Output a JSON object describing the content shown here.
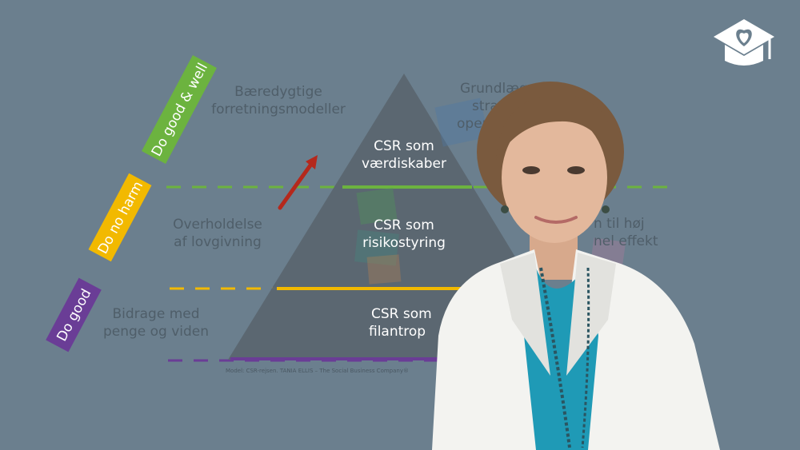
{
  "tags": {
    "do_good_well": "Do good & well",
    "do_no_harm": "Do no harm",
    "do_good": "Do good"
  },
  "left_text": {
    "top_line1": "Bæredygtige",
    "top_line2": "forretningsmodeller",
    "mid_line1": "Overholdelse",
    "mid_line2": "af lovgivning",
    "bot_line1": "Bidrage med",
    "bot_line2": "penge og viden"
  },
  "right_text": {
    "top_line1": "Grundlæggende",
    "top_line2": "strat",
    "top_line3": "opera",
    "mid_line1": "n til høj",
    "mid_line2": "nel effekt"
  },
  "pyramid": {
    "top_line1": "CSR som",
    "top_line2": "værdiskaber",
    "mid_line1": "CSR som",
    "mid_line2": "risikostyring",
    "bot_line1": "CSR som",
    "bot_line2": "filantrop"
  },
  "credit": "Model: CSR-rejsen. TANIA ELLIS – The Social Business Company®",
  "colors": {
    "background": "#6b7f8e",
    "green": "#6cb33f",
    "yellow": "#f2b900",
    "purple": "#6a3d96",
    "red_arrow": "#b5281c",
    "pyramid": "#5b6670",
    "blazer": "#f3f3f0",
    "shirt": "#1f9ab6"
  },
  "icons": {
    "logo": "heart-graduation-cap-icon"
  }
}
